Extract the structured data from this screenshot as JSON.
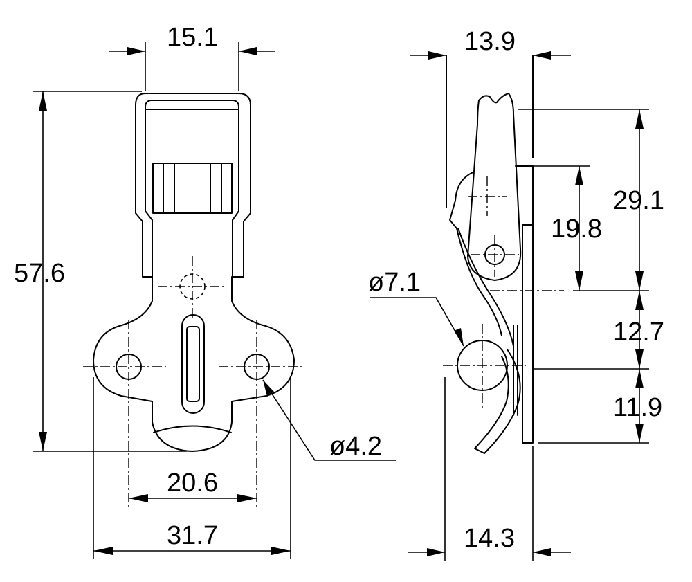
{
  "front_view": {
    "dimensions": {
      "top_width": "15.1",
      "overall_height": "57.6",
      "hole_spacing": "20.6",
      "base_width": "31.7",
      "hole_diameter": "ø4.2"
    }
  },
  "side_view": {
    "dimensions": {
      "top_depth": "13.9",
      "upper_height": "29.1",
      "pivot_height": "19.8",
      "pin_diameter": "ø7.1",
      "mid_height": "12.7",
      "lower_height": "11.9",
      "base_depth": "14.3"
    }
  }
}
